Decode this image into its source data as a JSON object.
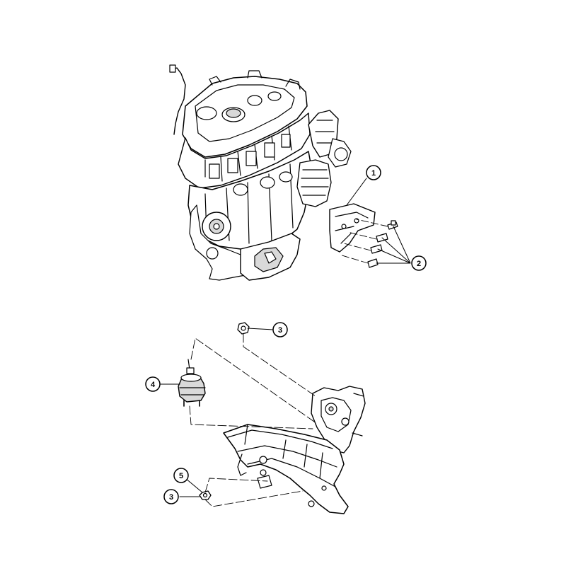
{
  "diagram": {
    "callouts": [
      {
        "id": "c1",
        "label": "1"
      },
      {
        "id": "c2",
        "label": "2"
      },
      {
        "id": "c3a",
        "label": "3"
      },
      {
        "id": "c4",
        "label": "4"
      },
      {
        "id": "c5",
        "label": "5"
      },
      {
        "id": "c3b",
        "label": "3"
      }
    ],
    "colors": {
      "line": "#000000",
      "fill": "#ffffff",
      "shade": "#d9d9d9"
    }
  }
}
